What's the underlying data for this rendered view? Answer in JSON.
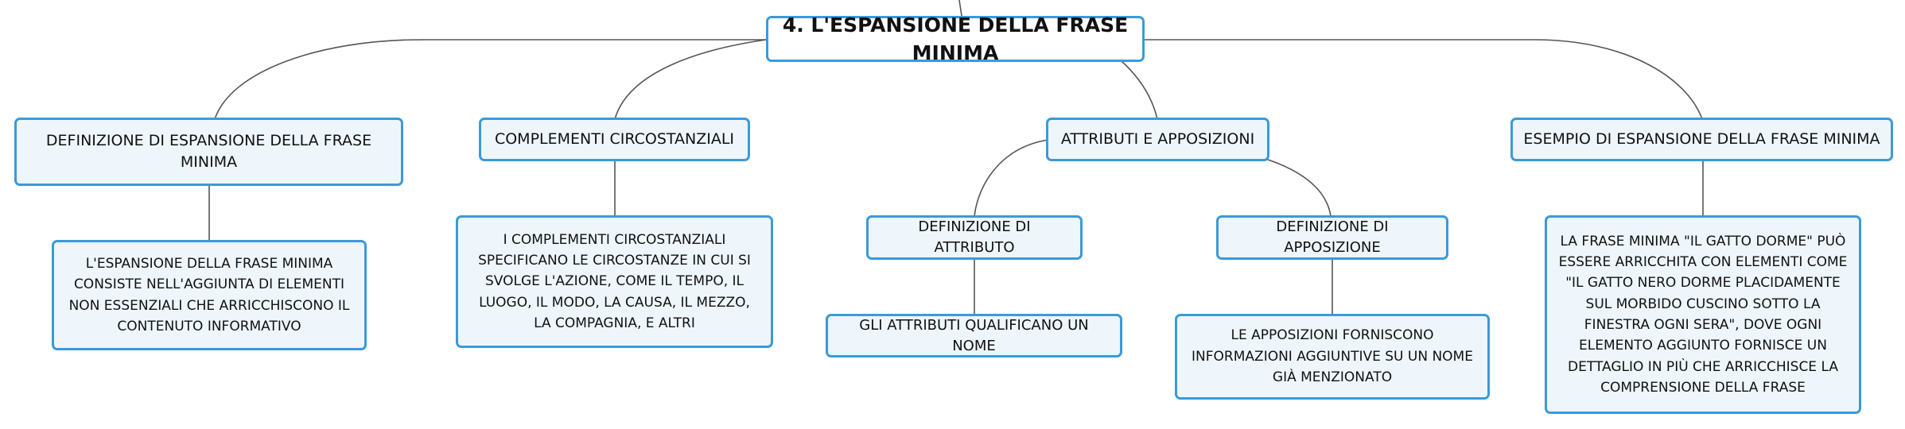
{
  "root": {
    "label": "4. L'ESPANSIONE DELLA FRASE MINIMA"
  },
  "branches": {
    "definizione": {
      "label": "DEFINIZIONE DI ESPANSIONE DELLA FRASE MINIMA",
      "detail": "L'ESPANSIONE DELLA FRASE MINIMA CONSISTE NELL'AGGIUNTA DI ELEMENTI NON ESSENZIALI CHE ARRICCHISCONO IL CONTENUTO INFORMATIVO"
    },
    "complementi": {
      "label": "COMPLEMENTI CIRCOSTANZIALI",
      "detail": "I COMPLEMENTI CIRCOSTANZIALI SPECIFICANO LE CIRCOSTANZE IN CUI SI SVOLGE L'AZIONE, COME IL TEMPO, IL LUOGO, IL MODO, LA CAUSA, IL MEZZO, LA COMPAGNIA, E ALTRI"
    },
    "attributi": {
      "label": "ATTRIBUTI E APPOSIZIONI",
      "attributo": {
        "label": "DEFINIZIONE DI ATTRIBUTO",
        "detail": "GLI ATTRIBUTI QUALIFICANO UN NOME"
      },
      "apposizione": {
        "label": "DEFINIZIONE DI APPOSIZIONE",
        "detail": "LE APPOSIZIONI FORNISCONO INFORMAZIONI AGGIUNTIVE SU UN NOME GIÀ MENZIONATO"
      }
    },
    "esempio": {
      "label": "ESEMPIO DI ESPANSIONE DELLA FRASE MINIMA",
      "detail": "LA FRASE MINIMA \"IL GATTO DORME\" PUÒ ESSERE ARRICCHITA CON ELEMENTI COME \"IL GATTO NERO DORME PLACIDAMENTE SUL MORBIDO CUSCINO SOTTO LA FINESTRA OGNI SERA\", DOVE OGNI ELEMENTO AGGIUNTO FORNISCE UN DETTAGLIO IN PIÙ CHE ARRICCHISCE LA COMPRENSIONE DELLA FRASE"
    }
  },
  "colors": {
    "border": "#3a9ad9",
    "fill": "#eef6fc",
    "connector": "#555555"
  }
}
